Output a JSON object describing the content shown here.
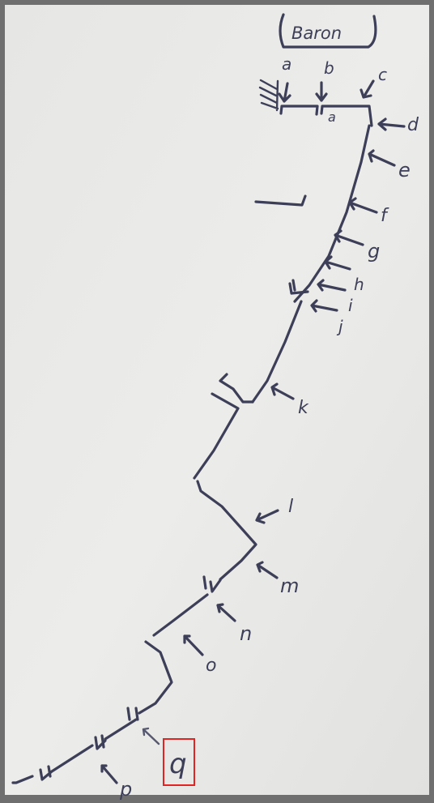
{
  "diagram": {
    "title": "Baron",
    "labels": {
      "a": "a",
      "b": "b",
      "c": "c",
      "d": "d",
      "e": "e",
      "f": "f",
      "g": "g",
      "h": "h",
      "i": "i",
      "j": "j",
      "k": "k",
      "l": "l",
      "m": "m",
      "n": "n",
      "o": "o",
      "p": "p",
      "q": "q"
    },
    "inner_label": "a",
    "highlighted_label": "q"
  },
  "colors": {
    "paper": "#e9e9e7",
    "ink": "#3d3f58",
    "highlight_box": "#e02424",
    "background": "#6f6f70"
  }
}
